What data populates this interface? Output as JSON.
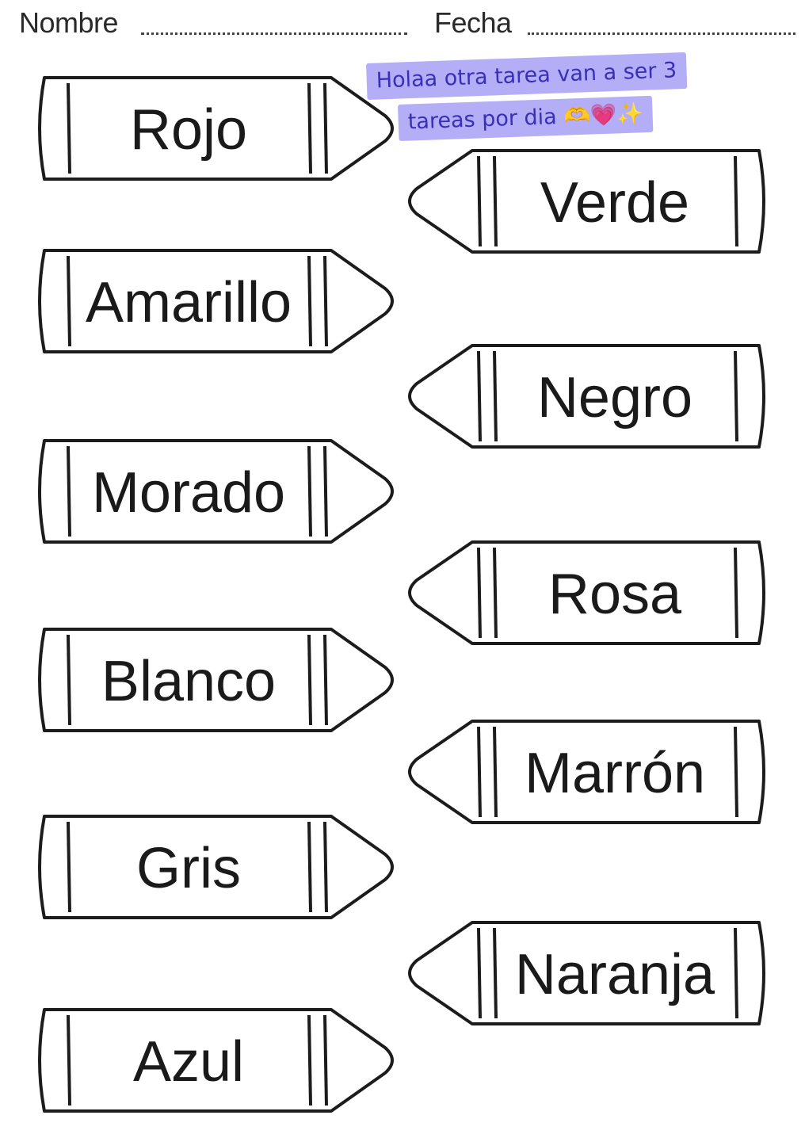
{
  "header": {
    "name_label": "Nombre",
    "date_label": "Fecha"
  },
  "sticker": {
    "line1": "Holaa otra tarea  van a ser 3",
    "line2": "tareas por dia 🫶💗✨"
  },
  "crayons": {
    "left": [
      "Rojo",
      "Amarillo",
      "Morado",
      "Blanco",
      "Gris",
      "Azul"
    ],
    "right": [
      "Verde",
      "Negro",
      "Rosa",
      "Marrón",
      "Naranja"
    ]
  },
  "colors": {
    "outline": "#1c1c1c",
    "sticker_background": "#b4aef6",
    "sticker_text": "#3a2fb8"
  }
}
